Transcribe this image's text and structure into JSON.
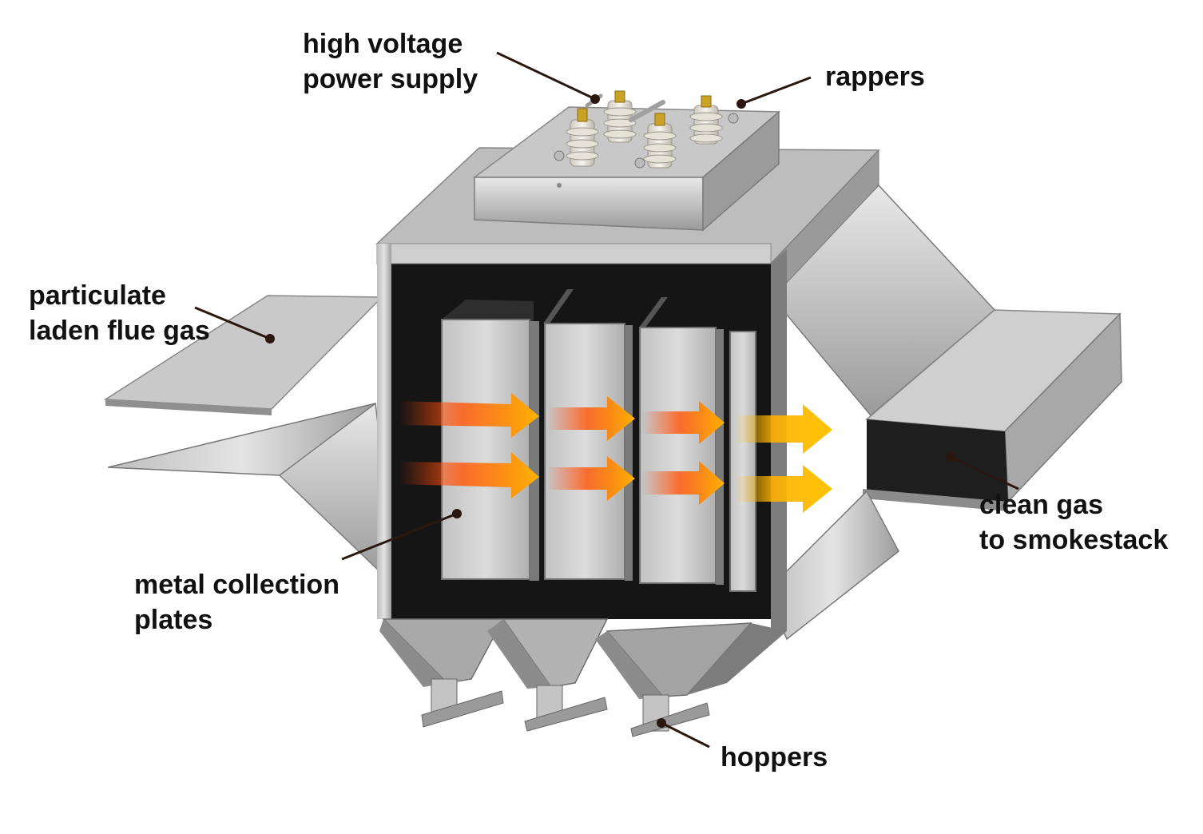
{
  "labels": {
    "high_voltage": [
      "high voltage",
      "power supply"
    ],
    "rappers": [
      "rappers"
    ],
    "flue_gas": [
      "particulate",
      "laden flue gas"
    ],
    "plates": [
      "metal collection",
      "plates"
    ],
    "clean_gas": [
      "clean gas",
      "to smokestack"
    ],
    "hoppers": [
      "hoppers"
    ]
  },
  "colors": {
    "text": "#111111",
    "leader": "#2a1810",
    "leader_dot": "#2a1810",
    "arrow_start": "#ff3b00",
    "arrow_end": "#ffc000",
    "metal_light": "#d9d9d9",
    "metal_mid": "#a9a9a9",
    "metal_dark": "#6e6e6e",
    "interior": "#111111",
    "insulator": "#e9e6df",
    "brass": "#c9a227"
  },
  "icons": {
    "arrows": "flow-arrow-icon",
    "insulators": "insulator-icon",
    "hoppers": "hopper-icon"
  }
}
